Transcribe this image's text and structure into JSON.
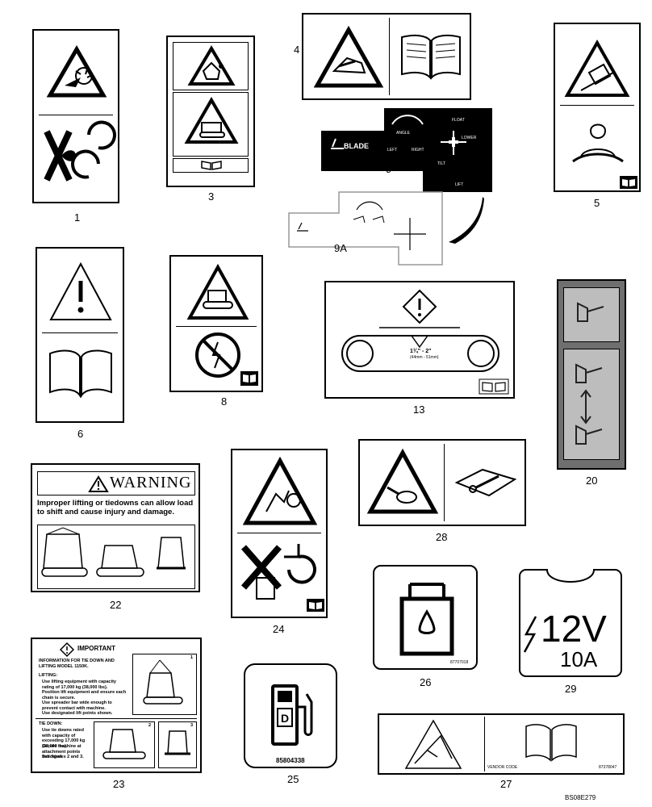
{
  "labels": {
    "n1": "1",
    "n3": "3",
    "n4": "4",
    "n5": "5",
    "n6": "6",
    "n8": "8",
    "n9": "9",
    "n9a": "9A",
    "n13": "13",
    "n20": "20",
    "n22": "22",
    "n23": "23",
    "n24": "24",
    "n25": "25",
    "n26": "26",
    "n27": "27",
    "n28": "28",
    "n29": "29"
  },
  "decal9": {
    "blade": "BLADE",
    "angle": "ANGLE",
    "float": "FLOAT",
    "lower": "LOWER",
    "lift": "LIFT",
    "tilt": "TILT",
    "left": "LEFT",
    "right": "RIGHT"
  },
  "decal13": {
    "dim": "1¾\" - 2\"",
    "dim_metric": "(44mm - 51mm)"
  },
  "decal22": {
    "title": "WARNING",
    "text": "Improper lifting or tiedowns can allow load to shift and cause injury and damage."
  },
  "decal23": {
    "title": "IMPORTANT",
    "intro": "INFORMATION FOR TIE DOWN AND LIFTING MODEL 1150K.",
    "lifting_head": "LIFTING:",
    "lifting_lines": [
      "Use lifting equipment with capacity rating of 17,000 kg (38,000 lbs).",
      "Position lift equipment and ensure each chain is secure.",
      "Use spreader bar wide enough to prevent contact with machine.",
      "Use designated lift points shown."
    ],
    "tiedown_head": "TIE DOWN:",
    "tiedown_lines": [
      "Use tie downs rated with capacity of exceeding 17,000 kg (38,000 lbs).",
      "Secure machine at attachment points indicated.",
      "See figures 2 and 3."
    ],
    "fig1": "1",
    "fig2": "2",
    "fig3": "3"
  },
  "decal25": {
    "code": "85804338",
    "letter": "D"
  },
  "decal26": {
    "code": "87707018"
  },
  "decal27": {
    "vendor": "VENDOR CODE",
    "code": "87378047"
  },
  "decal29": {
    "voltage": "12V",
    "amps": "10A"
  },
  "ref": "BS08E279"
}
